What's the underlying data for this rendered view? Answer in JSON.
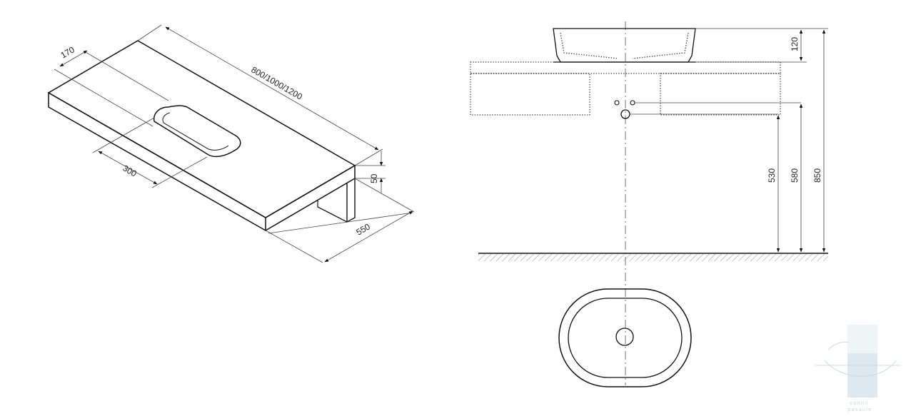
{
  "dimensions": {
    "iso_inset_depth": "170",
    "iso_length": "800/1000/1200",
    "iso_thickness": "50",
    "iso_basin_offset": "300",
    "iso_depth": "550",
    "front_basin_height": "120",
    "front_outlet_height": "530",
    "front_top_height": "580",
    "front_total_height": "850"
  },
  "watermark": {
    "line1": "vannu",
    "line2": "pasaule"
  }
}
